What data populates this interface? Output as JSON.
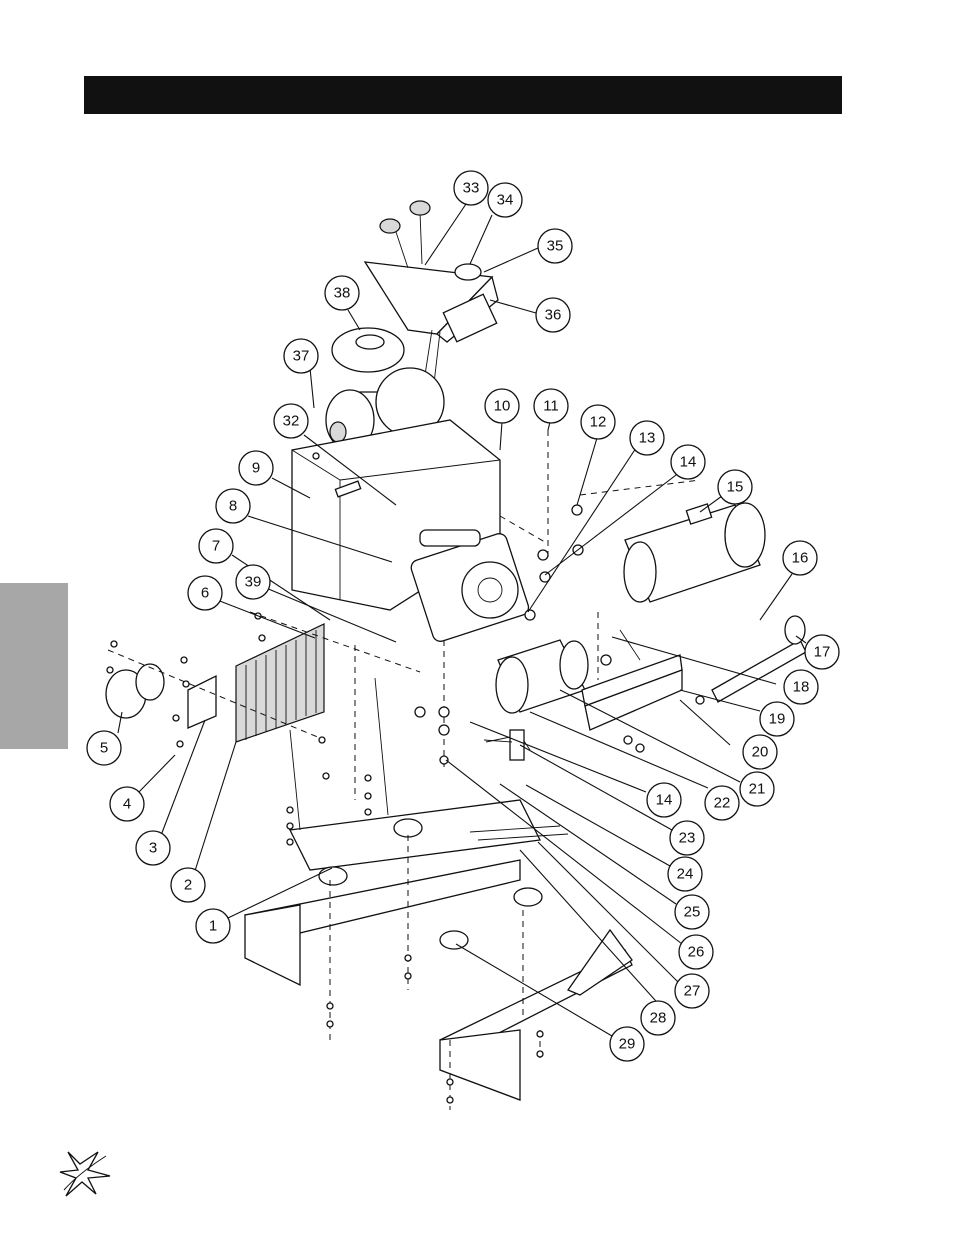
{
  "header": {
    "title": ""
  },
  "diagram": {
    "callouts": [
      {
        "id": "c1",
        "label": "1"
      },
      {
        "id": "c2",
        "label": "2"
      },
      {
        "id": "c3",
        "label": "3"
      },
      {
        "id": "c4",
        "label": "4"
      },
      {
        "id": "c5",
        "label": "5"
      },
      {
        "id": "c6",
        "label": "6"
      },
      {
        "id": "c7",
        "label": "7"
      },
      {
        "id": "c8",
        "label": "8"
      },
      {
        "id": "c9",
        "label": "9"
      },
      {
        "id": "c10",
        "label": "10"
      },
      {
        "id": "c11",
        "label": "11"
      },
      {
        "id": "c12",
        "label": "12"
      },
      {
        "id": "c13",
        "label": "13"
      },
      {
        "id": "c14a",
        "label": "14"
      },
      {
        "id": "c15",
        "label": "15"
      },
      {
        "id": "c16",
        "label": "16"
      },
      {
        "id": "c17",
        "label": "17"
      },
      {
        "id": "c18",
        "label": "18"
      },
      {
        "id": "c19",
        "label": "19"
      },
      {
        "id": "c20",
        "label": "20"
      },
      {
        "id": "c21",
        "label": "21"
      },
      {
        "id": "c22",
        "label": "22"
      },
      {
        "id": "c14b",
        "label": "14"
      },
      {
        "id": "c23",
        "label": "23"
      },
      {
        "id": "c24",
        "label": "24"
      },
      {
        "id": "c25",
        "label": "25"
      },
      {
        "id": "c26",
        "label": "26"
      },
      {
        "id": "c27",
        "label": "27"
      },
      {
        "id": "c28",
        "label": "28"
      },
      {
        "id": "c29",
        "label": "29"
      },
      {
        "id": "c32",
        "label": "32"
      },
      {
        "id": "c33",
        "label": "33"
      },
      {
        "id": "c34",
        "label": "34"
      },
      {
        "id": "c35",
        "label": "35"
      },
      {
        "id": "c36",
        "label": "36"
      },
      {
        "id": "c37",
        "label": "37"
      },
      {
        "id": "c38",
        "label": "38"
      },
      {
        "id": "c39",
        "label": "39"
      }
    ]
  },
  "footer": {
    "logo_icon": "star-swoosh-logo-icon"
  }
}
